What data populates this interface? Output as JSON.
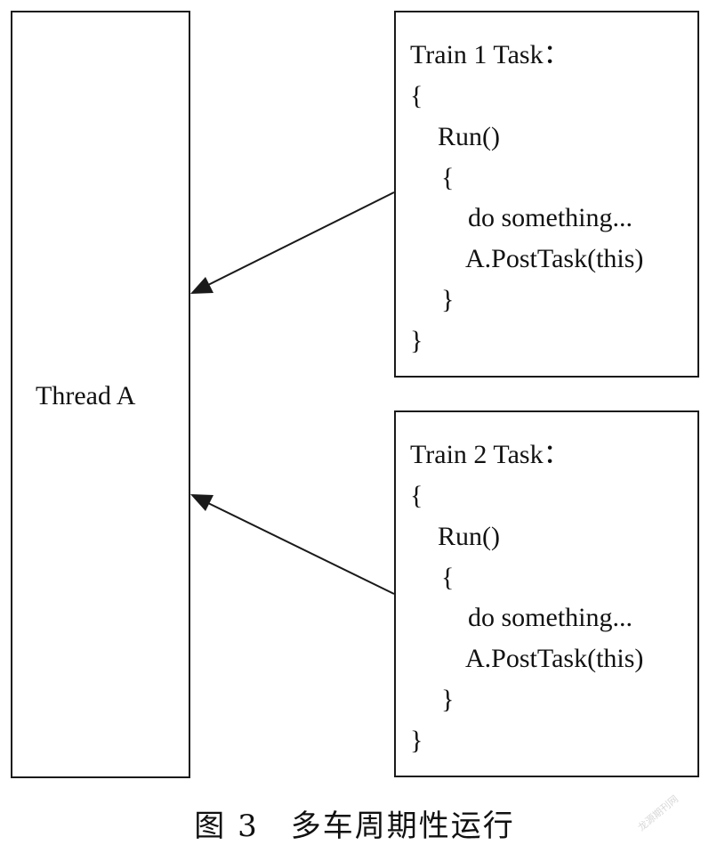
{
  "thread": {
    "label": "Thread A"
  },
  "tasks": [
    {
      "lines": [
        "Train 1 Task：",
        "{",
        "Run()",
        "{",
        "do something...",
        "A.PostTask(this)",
        "}",
        "}"
      ]
    },
    {
      "lines": [
        "Train 2 Task：",
        "{",
        "Run()",
        "{",
        "do something...",
        "A.PostTask(this)",
        "}",
        "}"
      ]
    }
  ],
  "caption": "图 3　多车周期性运行",
  "watermark": "龙源期刊网"
}
